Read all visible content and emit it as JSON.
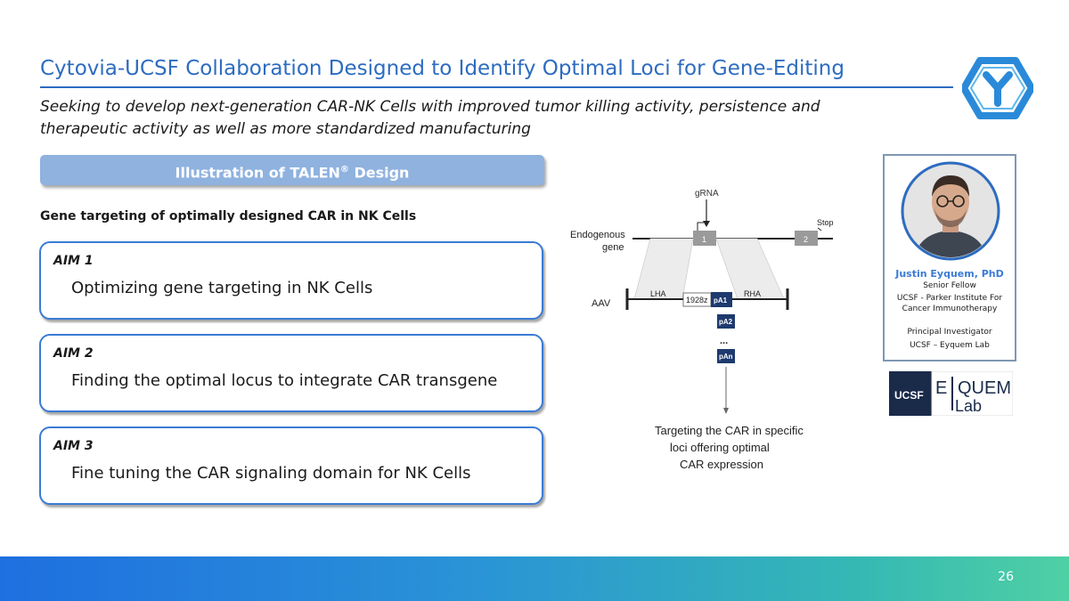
{
  "slide": {
    "title": "Cytovia-UCSF Collaboration Designed to Identify Optimal Loci for Gene-Editing",
    "subtitle_line1": "Seeking to develop next-generation CAR-NK Cells with improved tumor killing activity, persistence and",
    "subtitle_line2": "therapeutic activity as well as more standardized manufacturing",
    "page_number": "26"
  },
  "banner": {
    "text": "Illustration of TALEN",
    "reg": "®",
    "text_after": " Design"
  },
  "gene_heading": "Gene targeting of optimally designed CAR in NK Cells",
  "aims": [
    {
      "label": "AIM 1",
      "text": "Optimizing gene targeting in NK Cells"
    },
    {
      "label": "AIM 2",
      "text": "Finding the optimal locus to integrate CAR transgene"
    },
    {
      "label": "AIM 3",
      "text": "Fine tuning the CAR signaling domain for NK Cells"
    }
  ],
  "diagram": {
    "grna": "gRNA",
    "stop": "Stop",
    "endogenous_l1": "Endogenous",
    "endogenous_l2": "gene",
    "exon1": "1",
    "exon2": "2",
    "aav": "AAV",
    "lha": "LHA",
    "rha": "RHA",
    "car": "1928z",
    "pa1": "pA1",
    "pa2": "pA2",
    "dots": "...",
    "pan": "pAn",
    "caption_l1": "Targeting the CAR in specific",
    "caption_l2": "loci offering optimal",
    "caption_l3": "CAR expression"
  },
  "bio": {
    "name": "Justin Eyquem, PhD",
    "role1": "Senior Fellow",
    "org1_l1": "UCSF - Parker Institute For",
    "org1_l2": "Cancer Immunotherapy",
    "role2": "Principal Investigator",
    "org2": "UCSF – Eyquem Lab"
  },
  "lab_logo": {
    "ucsf": "UCSF",
    "e": "E",
    "quem": "QUEM",
    "lab": "Lab"
  },
  "colors": {
    "accent": "#2d6cc0",
    "banner": "#8fb2df",
    "card_border": "#3a7bd5",
    "logo_blue": "#2a8ad9",
    "lab_navy": "#1a2b4a"
  }
}
